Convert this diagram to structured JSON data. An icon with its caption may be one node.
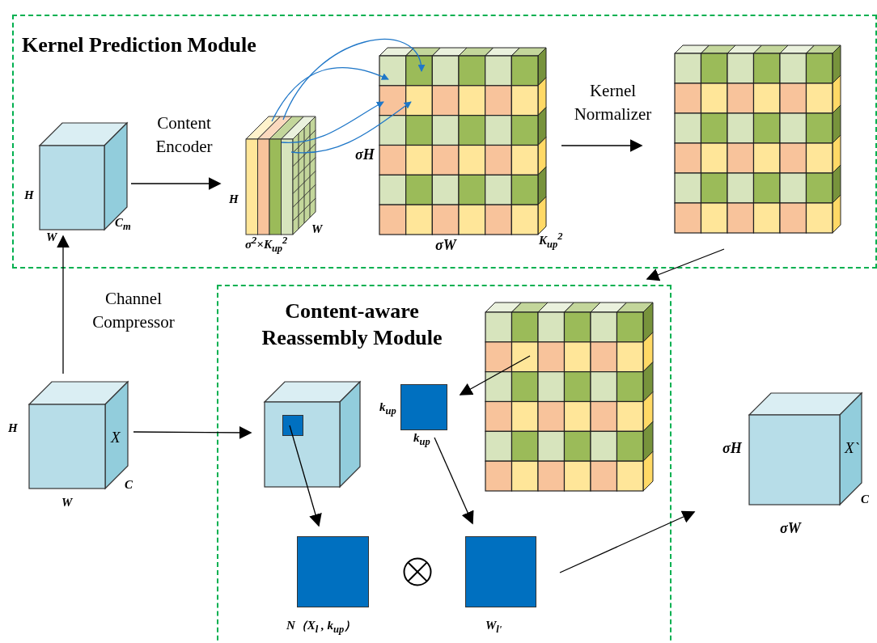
{
  "diagram": {
    "nodes": [
      {
        "text": [
          "Kernel Prediction Module"
        ]
      },
      {
        "text": [
          "Content-aware Reassembly Module"
        ]
      },
      {
        "text": [],
        "shape": "cube",
        "in": 0,
        "beside": [
          "H",
          "W",
          "C$_{m}$"
        ]
      },
      {
        "text": [],
        "shape": "cube",
        "in": 0,
        "beside": [
          "H",
          "σ$^{2}$×K$_{up}$$^{2}$",
          "W"
        ]
      },
      {
        "text": [],
        "shape": "grid",
        "in": 0,
        "beside": [
          "σH",
          "σW",
          "K$_{up}$$^{2}$"
        ]
      },
      {
        "text": [],
        "shape": "grid",
        "in": 0
      },
      {
        "text": [
          "X"
        ],
        "beside": [
          "H",
          "W",
          "C"
        ]
      },
      {
        "text": [],
        "shape": "cube",
        "in": 1
      },
      {
        "text": [],
        "shape": "box",
        "in": 7
      },
      {
        "text": [],
        "shape": "grid",
        "in": 1
      },
      {
        "text": [],
        "shape": "box",
        "in": 1,
        "beside": [
          "k$_{up}$",
          "k$_{up}$"
        ]
      },
      {
        "text": [],
        "shape": "box",
        "in": 1,
        "beside": [
          "N（X$_{l}$ , k$_{up}$）"
        ]
      },
      {
        "text": [],
        "shape": "circle",
        "in": 1
      },
      {
        "text": [],
        "shape": "box",
        "in": 1,
        "beside": [
          "W$_{l'}$"
        ]
      },
      {
        "text": [
          "X`"
        ],
        "beside": [
          "σH",
          "σW",
          "C"
        ]
      }
    ],
    "edges": [
      {
        "from": 2,
        "to": 3,
        "arrow": "to",
        "label": "Content Encoder"
      },
      {
        "from": 6,
        "to": 2,
        "arrow": "to",
        "label": "Channel Compressor"
      },
      {
        "from": 4,
        "to": 5,
        "arrow": "to",
        "label": "Kernel Normalizer"
      },
      {
        "from": 5,
        "to": 9,
        "arrow": "to"
      },
      {
        "from": 9,
        "to": 10,
        "arrow": "to"
      },
      {
        "from": 6,
        "to": 7,
        "arrow": "to"
      },
      {
        "from": 8,
        "to": 11,
        "arrow": "to"
      },
      {
        "from": 10,
        "to": 13,
        "arrow": "to"
      },
      {
        "from": 13,
        "to": 14,
        "arrow": "to"
      },
      {
        "from": 3,
        "to": 4,
        "arrow": "to",
        "color": "#1f77c8"
      },
      {
        "from": 3,
        "to": 4,
        "arrow": "to",
        "color": "#1f77c8"
      },
      {
        "from": 3,
        "to": 4,
        "arrow": "to",
        "color": "#1f77c8"
      },
      {
        "from": 3,
        "to": 4,
        "arrow": "to",
        "color": "#1f77c8"
      }
    ]
  }
}
